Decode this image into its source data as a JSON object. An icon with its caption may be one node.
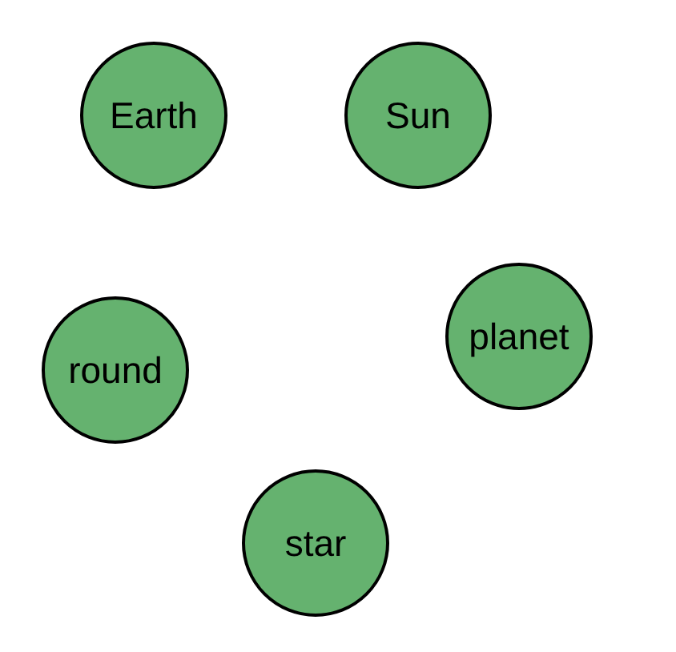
{
  "diagram": {
    "nodes": [
      {
        "text": [
          "Earth"
        ]
      },
      {
        "text": [
          "Sun"
        ]
      },
      {
        "text": [
          "round"
        ]
      },
      {
        "text": [
          "planet"
        ]
      },
      {
        "text": [
          "star"
        ]
      }
    ]
  }
}
